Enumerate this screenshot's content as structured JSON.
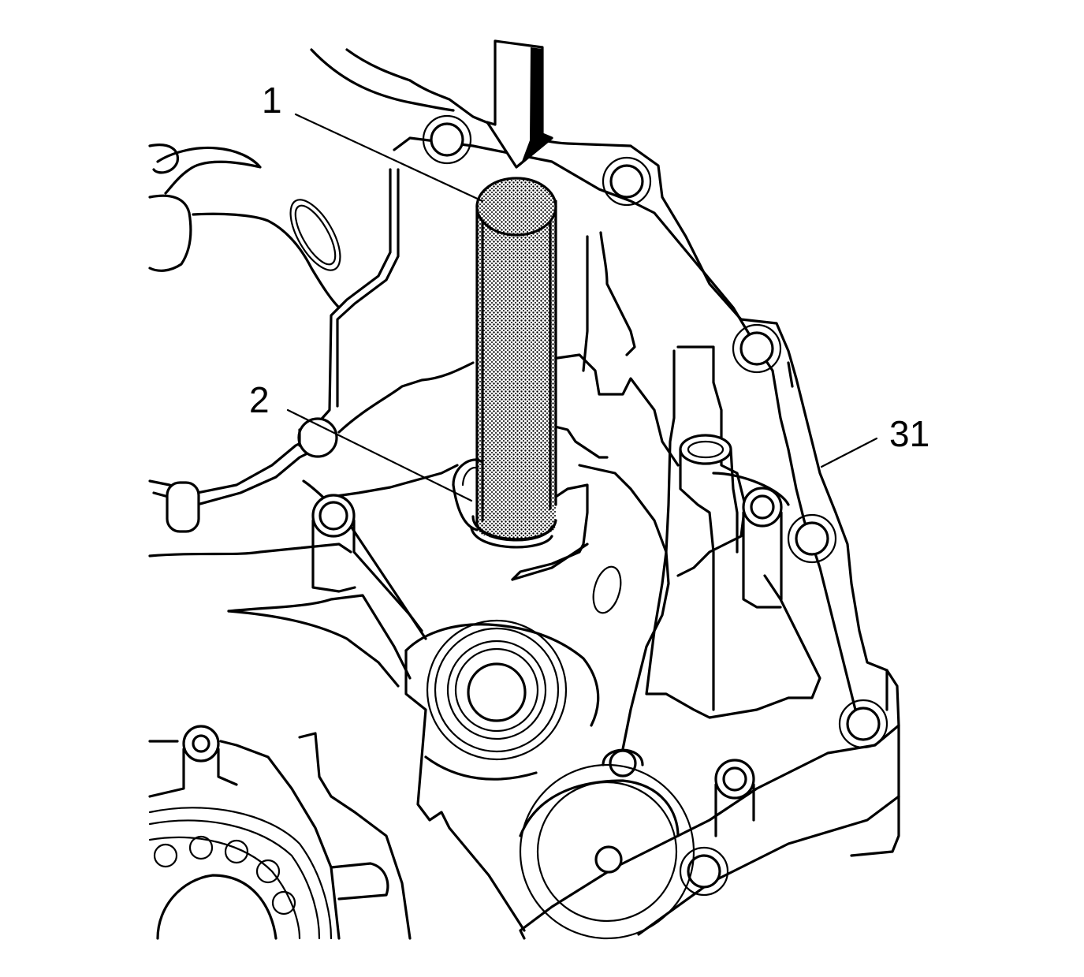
{
  "figure": {
    "background": "#ffffff",
    "line_color": "#000000",
    "tool_fill": "#9a9a9a",
    "callouts": [
      {
        "id": "callout-1",
        "label": "1"
      },
      {
        "id": "callout-2",
        "label": "2"
      },
      {
        "id": "callout-31",
        "label": "31"
      }
    ],
    "direction_arrow": "down-arrow-icon"
  }
}
